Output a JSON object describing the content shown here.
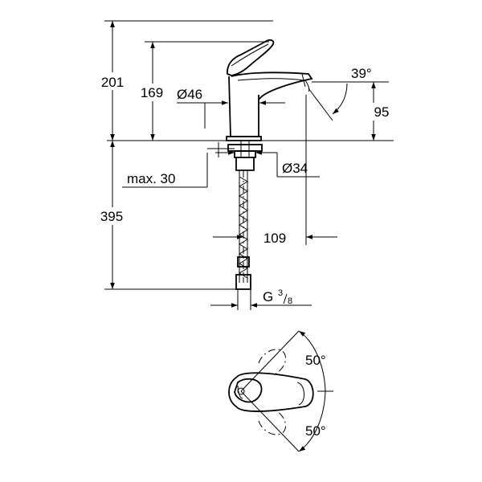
{
  "dimensions": {
    "total_height": "201",
    "spout_height": "169",
    "body_diameter": "Ø46",
    "spout_angle": "39°",
    "aerator_height": "95",
    "max_thickness": "max. 30",
    "hole_diameter": "Ø34",
    "projection": "109",
    "hose_length": "395",
    "connection_thread": "G",
    "thread_num": "3",
    "thread_den": "8",
    "swivel_angle_top": "50°",
    "swivel_angle_bottom": "50°"
  }
}
